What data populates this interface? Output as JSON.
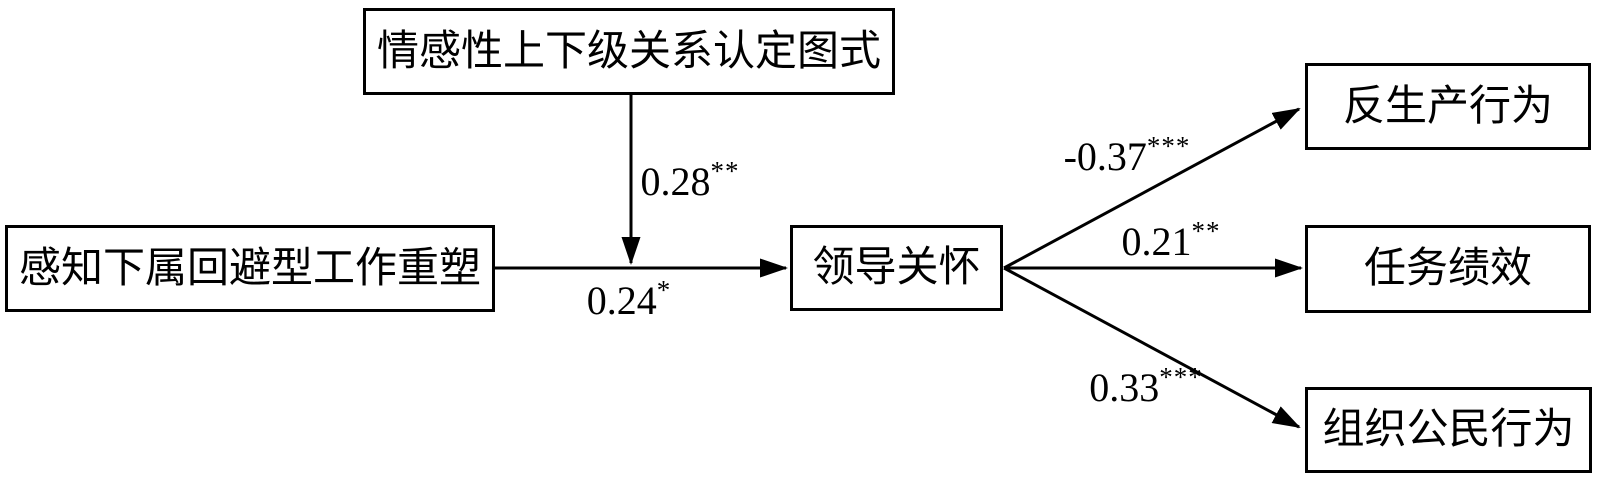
{
  "diagram": {
    "type": "mediation-moderation-path-model",
    "background_color": "#ffffff",
    "line_color": "#000000",
    "boxes": {
      "moderator": {
        "label": "情感性上下级关系认定图式"
      },
      "predictor": {
        "label": "感知下属回避型工作重塑"
      },
      "mediator": {
        "label": "领导关怀"
      },
      "outcome_cwb": {
        "label": "反生产行为"
      },
      "outcome_task": {
        "label": "任务绩效"
      },
      "outcome_ocb": {
        "label": "组织公民行为"
      }
    },
    "coefficients": {
      "moderation": {
        "value": "0.28",
        "stars": "**"
      },
      "predictor_to_mediator": {
        "value": "0.24",
        "stars": "*"
      },
      "mediator_to_cwb": {
        "value": "-0.37",
        "stars": "***"
      },
      "mediator_to_task": {
        "value": "0.21",
        "stars": "**"
      },
      "mediator_to_ocb": {
        "value": "0.33",
        "stars": "***"
      }
    }
  }
}
